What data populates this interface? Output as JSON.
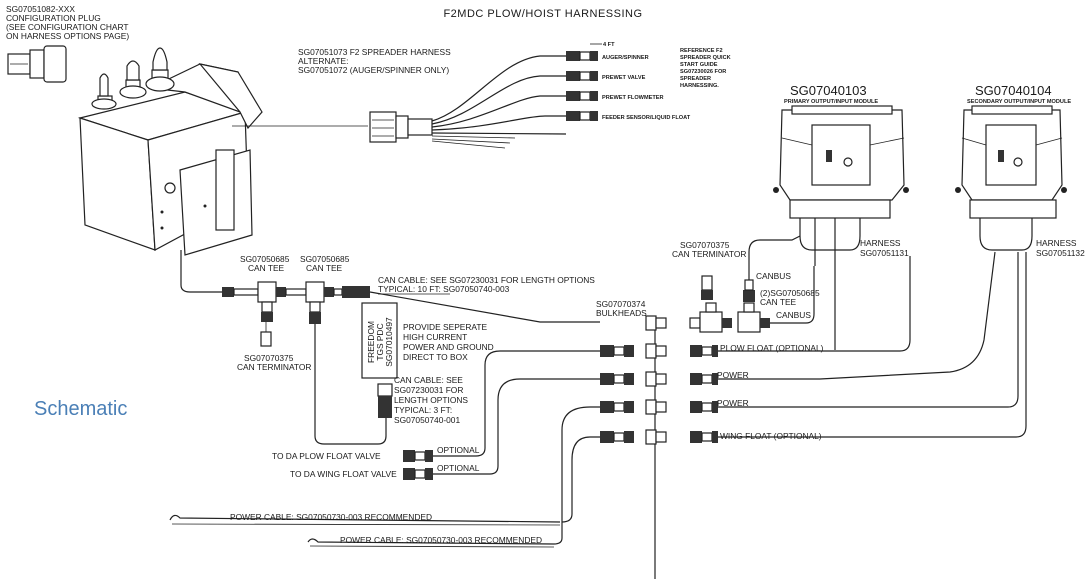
{
  "title": "F2MDC PLOW/HOIST HARNESSING",
  "side_label": "Schematic",
  "config_plug": [
    "SG07051082-XXX",
    "CONFIGURATION PLUG",
    "(SEE CONFIGURATION CHART",
    "ON HARNESS OPTIONS PAGE)"
  ],
  "spreader": [
    "SG07051073 F2 SPREADER HARNESS",
    "ALTERNATE:",
    "SG07051072 (AUGER/SPINNER ONLY)"
  ],
  "spreader_leads": {
    "length": "4 FT",
    "auger": "AUGER/SPINNER",
    "prewet_valve": "PREWET VALVE",
    "prewet_flow": "PREWET FLOWMETER",
    "feeder": "FEEDER SENSOR/LIQUID FLOAT"
  },
  "reference": [
    "REFERENCE F2",
    "SPREADER QUICK",
    "START GUIDE",
    "SG07230026 FOR",
    "SPREADER",
    "HARNESSING."
  ],
  "modules": {
    "primary": {
      "pn": "SG07040103",
      "desc": "PRIMARY OUTPUT/INPUT MODULE"
    },
    "secondary": {
      "pn": "SG07040104",
      "desc": "SECONDARY OUTPUT/INPUT MODULE"
    }
  },
  "harness_primary": [
    "HARNESS",
    "SG07051131"
  ],
  "harness_secondary": [
    "HARNESS",
    "SG07051132"
  ],
  "can_tee_1": [
    "SG07050685",
    "CAN TEE"
  ],
  "can_tee_2": [
    "SG07050685",
    "CAN TEE"
  ],
  "can_cable_main": [
    "CAN CABLE: SEE SG07230031 FOR LENGTH OPTIONS",
    "TYPICAL: 10 FT: SG07050740-003"
  ],
  "terminator_left": [
    "SG07070375",
    "CAN TERMINATOR"
  ],
  "terminator_right": [
    "SG07070375",
    "CAN TERMINATOR"
  ],
  "bulkheads": [
    "SG07070374",
    "BULKHEADS"
  ],
  "can_tee_right": [
    "(2)SG07050685",
    "CAN TEE"
  ],
  "canbus_1": "CANBUS",
  "canbus_2": "CANBUS",
  "freedom_box": [
    "FREEDOM",
    "TGS PDC",
    "SG07010497"
  ],
  "power_note": [
    "PROVIDE SEPERATE",
    "HIGH CURRENT",
    "POWER AND GROUND",
    "DIRECT TO BOX"
  ],
  "can_cable_short": [
    "CAN CABLE: SEE",
    "SG07230031 FOR",
    "LENGTH OPTIONS",
    "TYPICAL: 3 FT:",
    "SG07050740-001"
  ],
  "plow_float": "PLOW FLOAT (OPTIONAL)",
  "power_1": "POWER",
  "power_2": "POWER",
  "wing_float": "WING FLOAT (OPTIONAL)",
  "optional_1": "OPTIONAL",
  "optional_2": "OPTIONAL",
  "plow_valve": "TO DA PLOW FLOAT VALVE",
  "wing_valve": "TO DA WING FLOAT VALVE",
  "power_cable_1": "POWER CABLE: SG07050730-003 RECOMMENDED",
  "power_cable_2": "POWER CABLE: SG07050730-003 RECOMMENDED"
}
